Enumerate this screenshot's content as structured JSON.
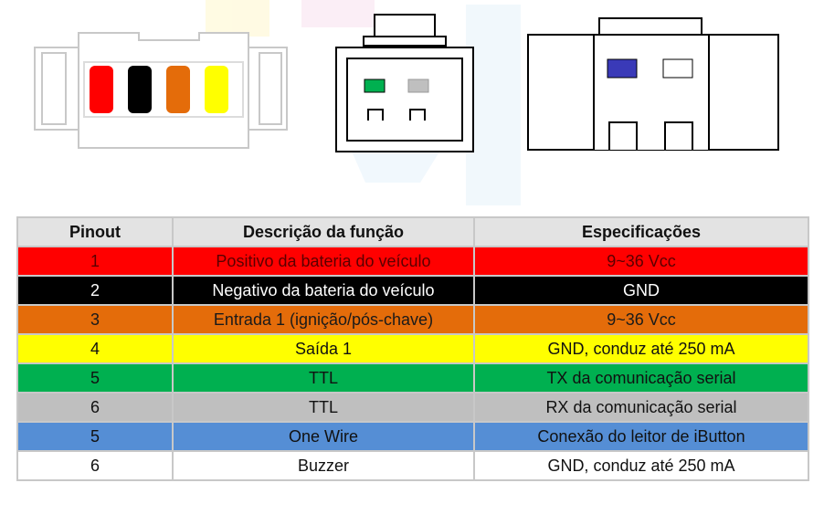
{
  "table": {
    "headers": [
      "Pinout",
      "Descrição da função",
      "Especificações"
    ],
    "rows": [
      {
        "pin": "1",
        "func": "Positivo da bateria do veículo",
        "spec": "9~36 Vcc",
        "bg": "#ff0000",
        "fg": "#5a0000"
      },
      {
        "pin": "2",
        "func": "Negativo da bateria do veículo",
        "spec": "GND",
        "bg": "#000000",
        "fg": "#ffffff"
      },
      {
        "pin": "3",
        "func": "Entrada 1 (ignição/pós-chave)",
        "spec": "9~36 Vcc",
        "bg": "#e46c0a",
        "fg": "#1a1a1a"
      },
      {
        "pin": "4",
        "func": "Saída 1",
        "spec": "GND, conduz até 250 mA",
        "bg": "#ffff00",
        "fg": "#111111"
      },
      {
        "pin": "5",
        "func": "TTL",
        "spec": "TX da comunicação serial",
        "bg": "#00b050",
        "fg": "#111111"
      },
      {
        "pin": "6",
        "func": "TTL",
        "spec": "RX da comunicação serial",
        "bg": "#bfbfbf",
        "fg": "#111111"
      },
      {
        "pin": "5",
        "func": "One Wire",
        "spec": "Conexão do leitor de iButton",
        "bg": "#558ed5",
        "fg": "#111111"
      },
      {
        "pin": "6",
        "func": "Buzzer",
        "spec": "GND, conduz até 250 mA",
        "bg": "#ffffff",
        "fg": "#111111"
      }
    ]
  },
  "connectors": {
    "left_wires": [
      "#ff0000",
      "#000000",
      "#e46c0a",
      "#ffff00"
    ],
    "middle_pins": [
      "#00b050",
      "#bfbfbf"
    ],
    "right_pin": "#3a3ab8"
  }
}
